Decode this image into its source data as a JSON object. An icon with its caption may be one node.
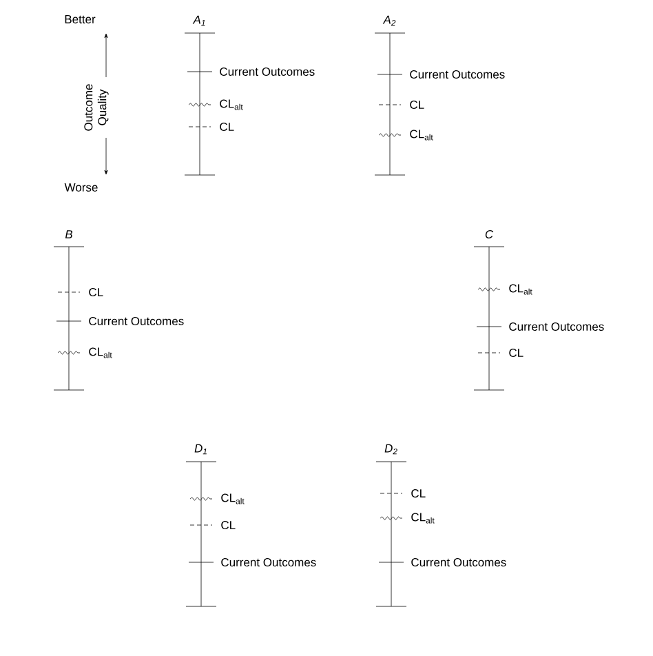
{
  "diagram": {
    "labels": [
      "Better",
      "Outcome Quality",
      "Worse",
      "A$_{1}$",
      "Current Outcomes",
      "CL$_{alt}$",
      "CL",
      "A$_{2}$",
      "Current Outcomes",
      "CL",
      "CL$_{alt}$",
      "B",
      "CL",
      "Current Outcomes",
      "CL$_{alt}$",
      "C",
      "CL$_{alt}$",
      "Current Outcomes",
      "CL",
      "D$_{1}$",
      "CL$_{alt}$",
      "CL",
      "Current Outcomes",
      "D$_{2}$",
      "CL",
      "CL$_{alt}$",
      "Current Outcomes"
    ]
  }
}
